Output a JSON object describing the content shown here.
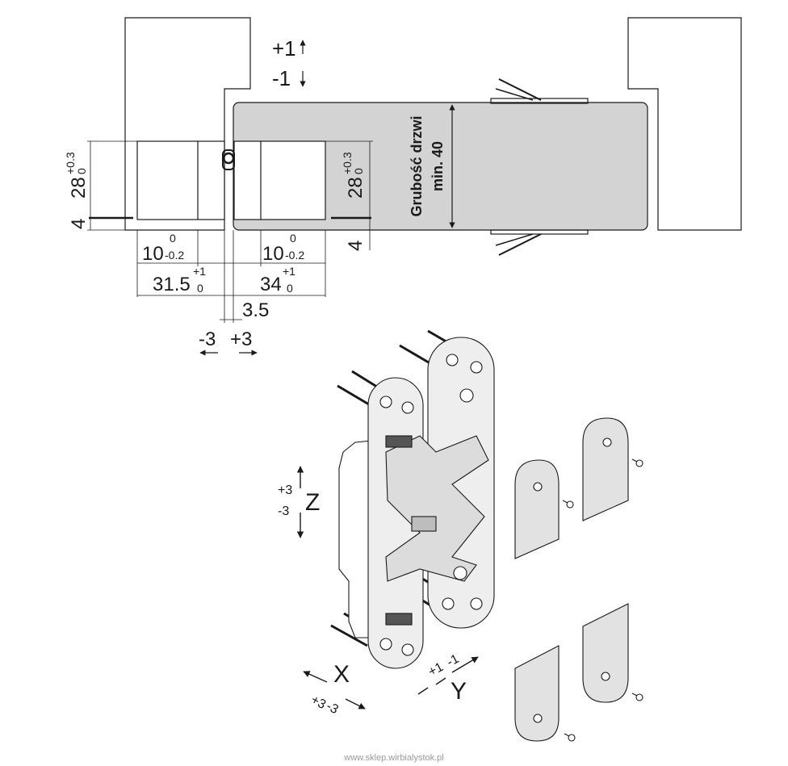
{
  "top_drawing": {
    "adjust_up": "+1",
    "adjust_down": "-1",
    "door_thickness_line1": "Grubość drzwi",
    "door_thickness_line2": "min. 40",
    "depth_left": {
      "main": "28",
      "tol_upper": "+0.3",
      "tol_lower": "0"
    },
    "depth_right": {
      "main": "28",
      "tol_upper": "+0.3",
      "tol_lower": "0"
    },
    "offset_left": "4",
    "offset_right": "4",
    "width_left": {
      "main": "10",
      "tol_upper": "0",
      "tol_lower": "-0.2"
    },
    "width_right": {
      "main": "10",
      "tol_upper": "0",
      "tol_lower": "-0.2"
    },
    "length_left": {
      "main": "31.5",
      "tol_upper": "+1",
      "tol_lower": "0"
    },
    "length_right": {
      "main": "34",
      "tol_upper": "+1",
      "tol_lower": "0"
    },
    "gap": "3.5",
    "adjust_left": "-3",
    "adjust_right": "+3"
  },
  "hinge_view": {
    "axis_z": "Z",
    "z_plus": "+3",
    "z_minus": "-3",
    "axis_x": "X",
    "x_plus": "+3",
    "x_minus": "-3",
    "axis_y": "Y",
    "y_plus": "+1",
    "y_minus": "-1"
  },
  "footer": {
    "url": "www.sklep.wirbialystok.pl"
  },
  "colors": {
    "line": "#1a1a1a",
    "door_fill": "#d3d3d3",
    "hinge_fill": "#eeeeee",
    "cover_fill": "#e2e2e2"
  }
}
